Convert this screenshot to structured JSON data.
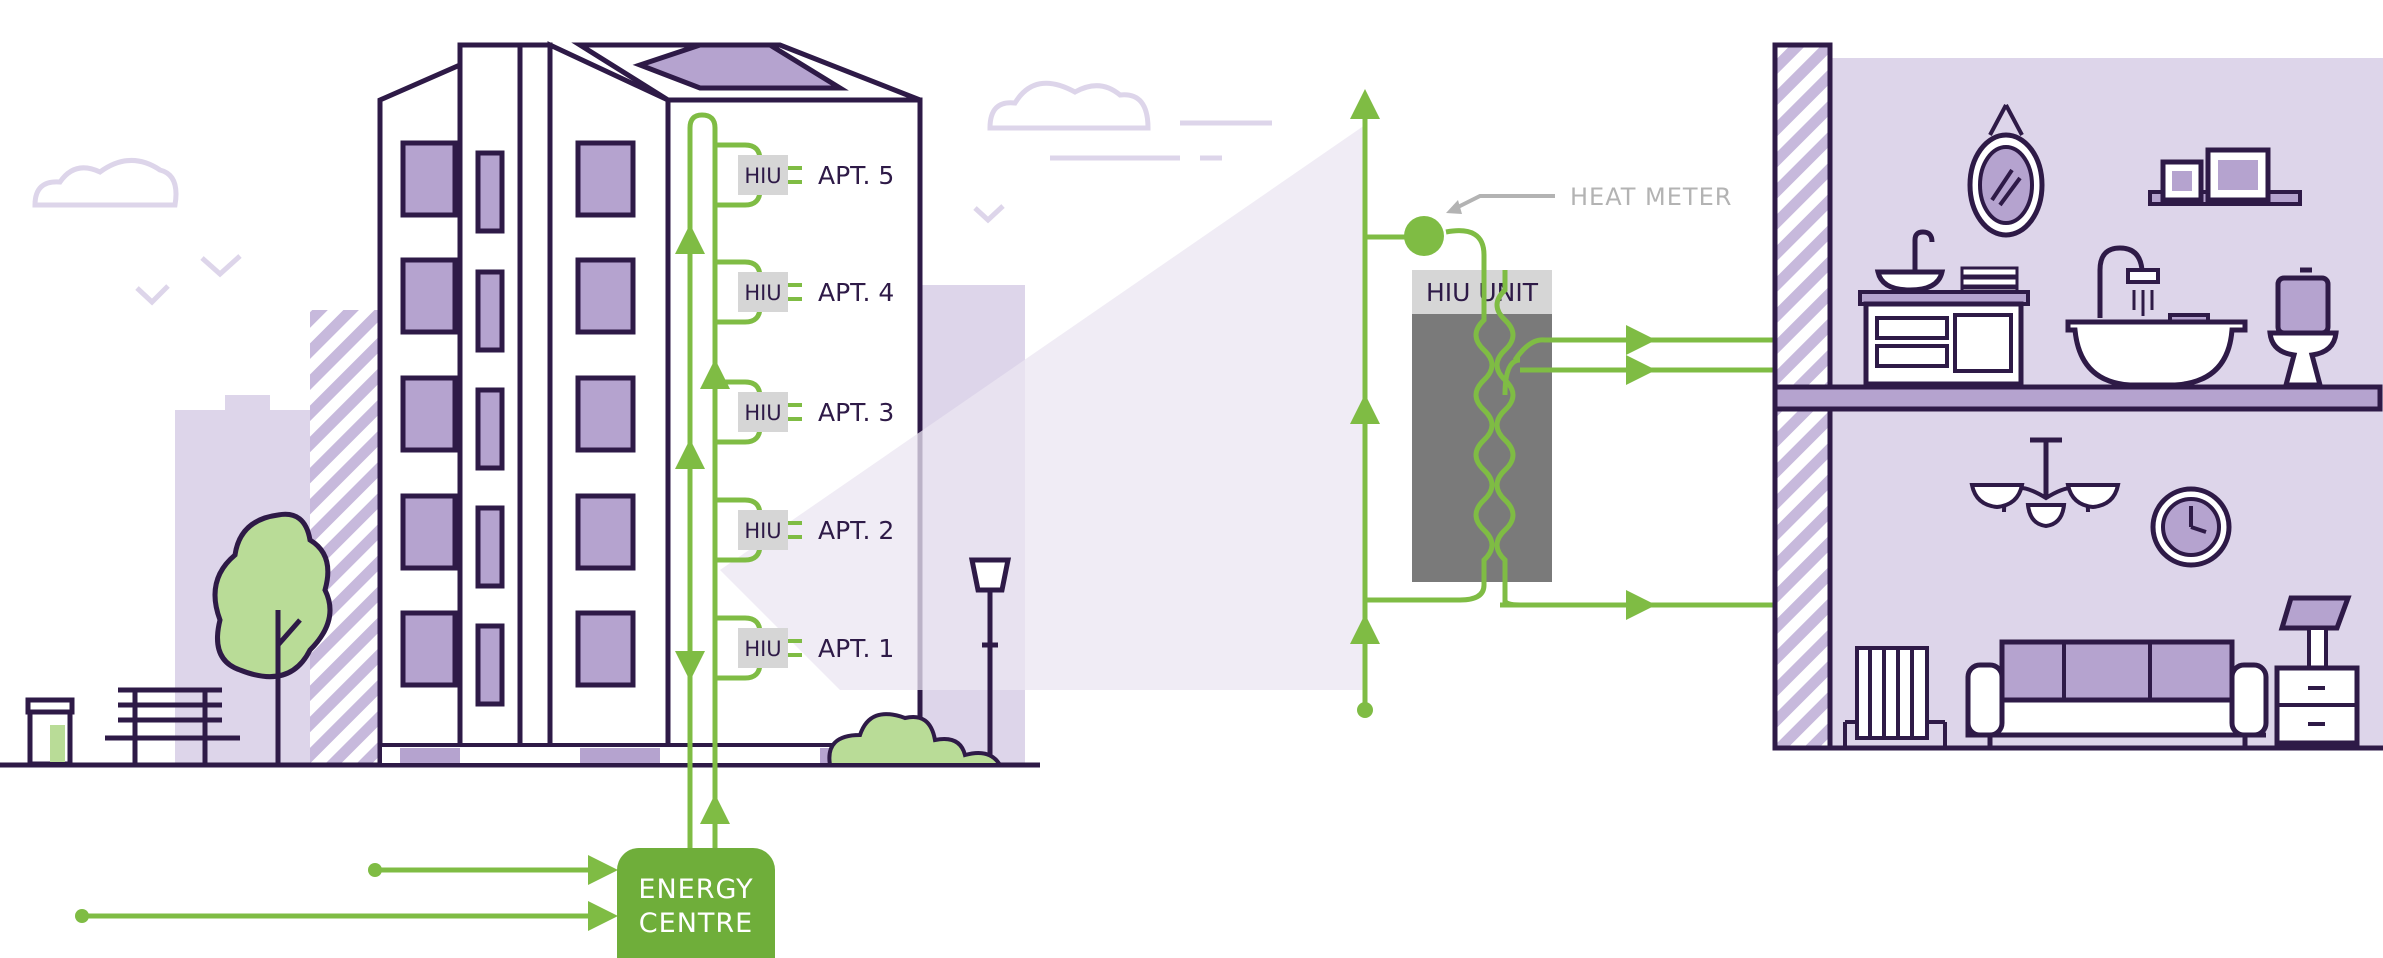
{
  "diagram": {
    "apartments": [
      {
        "hiu": "HIU",
        "label": "APT. 5"
      },
      {
        "hiu": "HIU",
        "label": "APT. 4"
      },
      {
        "hiu": "HIU",
        "label": "APT. 3"
      },
      {
        "hiu": "HIU",
        "label": "APT. 2"
      },
      {
        "hiu": "HIU",
        "label": "APT. 1"
      }
    ],
    "heat_meter_label": "HEAT METER",
    "hiu_unit_label": "HIU UNIT",
    "energy_centre_line1": "ENERGY",
    "energy_centre_line2": "CENTRE"
  },
  "colors": {
    "outline": "#2e1a47",
    "purple_fill": "#b5a3cf",
    "light_purple": "#ddd5ea",
    "pipe_green": "#7fbc44",
    "tree_green": "#b9dc97",
    "energy_green": "#6fae3a",
    "hiu_grey": "#7a7a7a",
    "hiu_header": "#d6d6d6"
  }
}
